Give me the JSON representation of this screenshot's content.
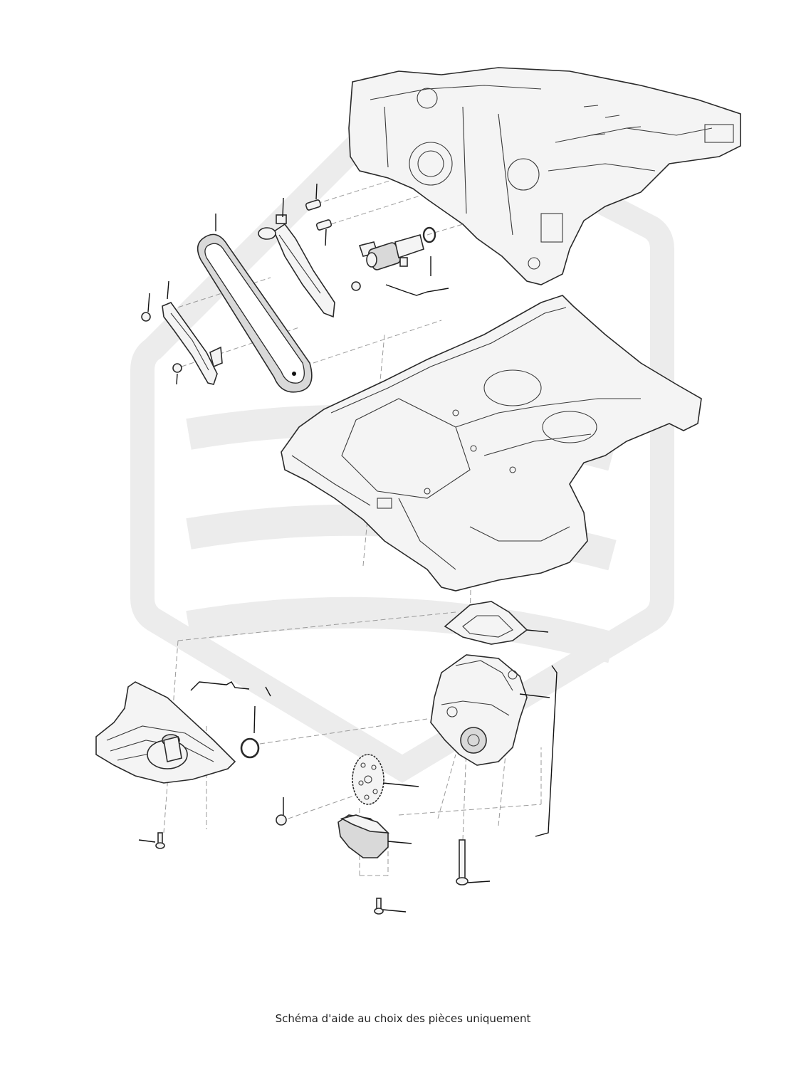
{
  "caption": "Schéma d'aide au choix des pièces uniquement",
  "colors": {
    "background": "#ffffff",
    "line": "#2a2a2a",
    "watermark": "#ececec",
    "part_fill": "#f4f4f4"
  },
  "parts": [
    {
      "id": "engine-block",
      "icon": "engine-block-icon"
    },
    {
      "id": "timing-chain",
      "icon": "chain-icon"
    },
    {
      "id": "chain-tensioner-rail",
      "icon": "tensioner-rail-icon"
    },
    {
      "id": "chain-guide-rail",
      "icon": "guide-rail-icon"
    },
    {
      "id": "oil-pressure-valve",
      "icon": "solenoid-valve-icon"
    },
    {
      "id": "valve-o-ring",
      "icon": "o-ring-icon"
    },
    {
      "id": "oil-pan-upper",
      "icon": "oil-pan-icon"
    },
    {
      "id": "pump-gasket",
      "icon": "gasket-icon"
    },
    {
      "id": "oil-pump",
      "icon": "oil-pump-icon"
    },
    {
      "id": "oil-strainer",
      "icon": "strainer-icon"
    },
    {
      "id": "strainer-o-ring",
      "icon": "o-ring-icon"
    },
    {
      "id": "pump-sprocket",
      "icon": "sprocket-icon"
    },
    {
      "id": "baffle",
      "icon": "baffle-icon"
    },
    {
      "id": "long-bolt",
      "icon": "bolt-icon"
    },
    {
      "id": "screw",
      "icon": "screw-icon"
    }
  ]
}
